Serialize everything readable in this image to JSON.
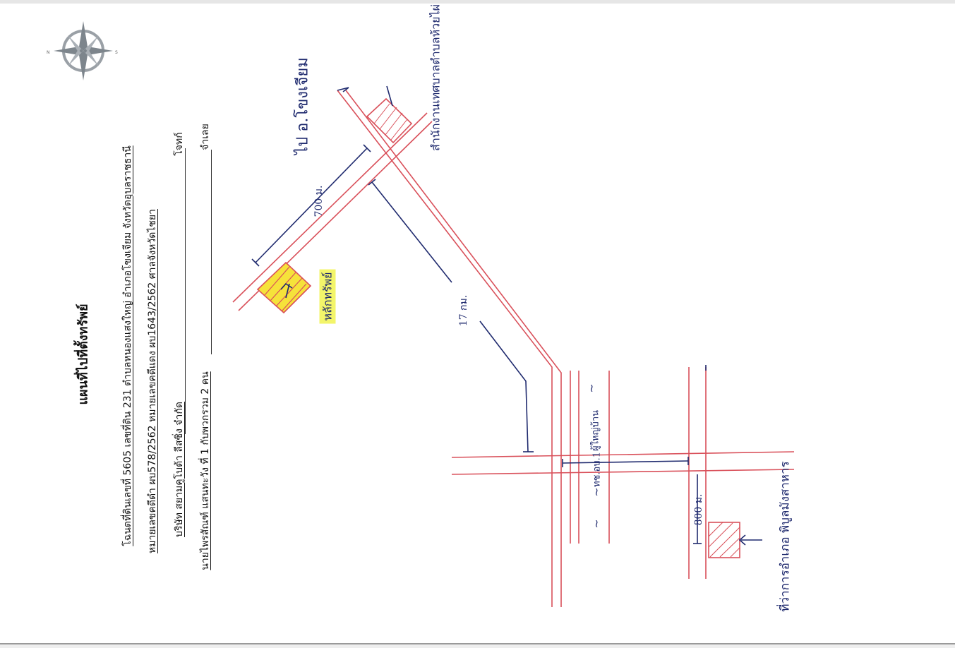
{
  "document": {
    "title": "แผนที่ไปที่ตั้งทรัพย์",
    "line1": "โฉนดที่ดินเลขที่ 5605 เลขที่ดิน 231 ตำบลหนองแสงใหญ่ อำเภอโขงเจียม จังหวัดอุบลราชธานี",
    "line2": "หมายเลขคดีดำ ผบ578/2562 หมายเลขคดีแดง ผบ1643/2562 ศาลจังหวัดไชยา",
    "line3_left": "บริษัท สยามคูโบต้า ลีสซิ่ง จำกัด",
    "line3_right": "โจทก์",
    "line4_left": "นายไพรสัณฑ์ แสนทะวัง ที่ 1 กับพวกรวม 2 คน",
    "line4_right": "จำเลย"
  },
  "map_labels": {
    "to_khong_chiam": "ไป อ.โขงเจียม",
    "district_office": "สำนักงานเทศบาลตำบลห้วยไผ่",
    "dist_700": "700 ม.",
    "property": "หลักทรัพย์",
    "dist_17km": "17 กม.",
    "road_label_a": "ผู้ใหญ่บ้าน",
    "road_label_b": "ทช.อบ.1",
    "dist_800": "800 ม.",
    "police_station": "ที่ว่าการอำเภอ พิบูลมังสาหาร",
    "tilde": "~"
  },
  "colors": {
    "road": "#d9505a",
    "ink": "#1f2a6e",
    "highlight": "#f3f56a",
    "property_fill": "#f6e23a"
  },
  "icons": [
    "compass-rose-icon"
  ]
}
